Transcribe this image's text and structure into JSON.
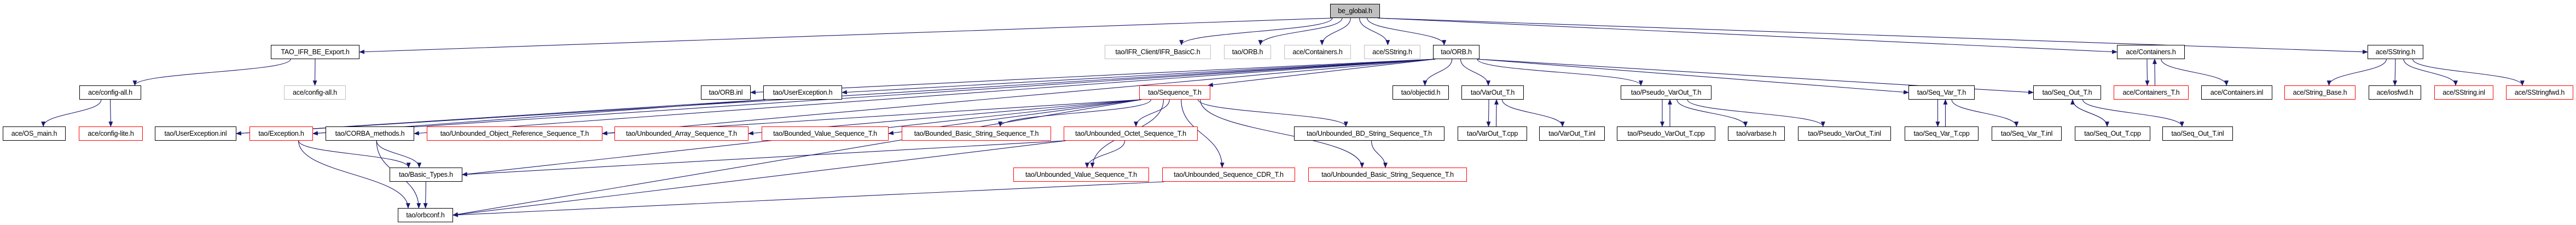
{
  "diagram": {
    "title": "be_global.h include dependency graph",
    "colors": {
      "edge": "#191970",
      "documented_border": "#000000",
      "incomplete_border": "#ff0000",
      "undocumented_border": "#bfbfbf",
      "root_fill": "#bfbfbf"
    },
    "nodes": [
      {
        "id": "be_global",
        "label": "be_global.h",
        "style": "root"
      },
      {
        "id": "tao_ifr_be_export",
        "label": "TAO_IFR_BE_Export.h",
        "style": "normal"
      },
      {
        "id": "ifr_basicc",
        "label": "tao/IFR_Client/IFR_BasicC.h",
        "style": "gray"
      },
      {
        "id": "orb_h_gray",
        "label": "tao/ORB.h",
        "style": "gray"
      },
      {
        "id": "containers_h_gray",
        "label": "ace/Containers.h",
        "style": "gray"
      },
      {
        "id": "sstring_h_gray",
        "label": "ace/SString.h",
        "style": "gray"
      },
      {
        "id": "orb_h",
        "label": "tao/ORB.h",
        "style": "normal"
      },
      {
        "id": "containers_h",
        "label": "ace/Containers.h",
        "style": "normal"
      },
      {
        "id": "sstring_h",
        "label": "ace/SString.h",
        "style": "normal"
      },
      {
        "id": "config_all",
        "label": "ace/config-all.h",
        "style": "normal"
      },
      {
        "id": "config_all_gray",
        "label": "ace/config-all.h",
        "style": "gray"
      },
      {
        "id": "orb_inl",
        "label": "tao/ORB.inl",
        "style": "normal"
      },
      {
        "id": "user_exception_h",
        "label": "tao/UserException.h",
        "style": "normal"
      },
      {
        "id": "sequence_t",
        "label": "tao/Sequence_T.h",
        "style": "red"
      },
      {
        "id": "objectid",
        "label": "tao/objectid.h",
        "style": "normal"
      },
      {
        "id": "varout_t_h",
        "label": "tao/VarOut_T.h",
        "style": "normal"
      },
      {
        "id": "pseudo_varout_t_h",
        "label": "tao/Pseudo_VarOut_T.h",
        "style": "normal"
      },
      {
        "id": "seq_var_t_h",
        "label": "tao/Seq_Var_T.h",
        "style": "normal"
      },
      {
        "id": "seq_out_t_h",
        "label": "tao/Seq_Out_T.h",
        "style": "normal"
      },
      {
        "id": "containers_t_h",
        "label": "ace/Containers_T.h",
        "style": "red"
      },
      {
        "id": "containers_inl",
        "label": "ace/Containers.inl",
        "style": "normal"
      },
      {
        "id": "string_base",
        "label": "ace/String_Base.h",
        "style": "red"
      },
      {
        "id": "iosfwd",
        "label": "ace/iosfwd.h",
        "style": "normal"
      },
      {
        "id": "sstring_inl",
        "label": "ace/SString.inl",
        "style": "red"
      },
      {
        "id": "sstringfwd",
        "label": "ace/SStringfwd.h",
        "style": "red"
      },
      {
        "id": "os_main",
        "label": "ace/OS_main.h",
        "style": "normal"
      },
      {
        "id": "config_lite",
        "label": "ace/config-lite.h",
        "style": "red"
      },
      {
        "id": "user_exception_inl",
        "label": "tao/UserException.inl",
        "style": "normal"
      },
      {
        "id": "exception_h",
        "label": "tao/Exception.h",
        "style": "red"
      },
      {
        "id": "corba_methods",
        "label": "tao/CORBA_methods.h",
        "style": "normal"
      },
      {
        "id": "ub_objref_seq",
        "label": "tao/Unbounded_Object_Reference_Sequence_T.h",
        "style": "red"
      },
      {
        "id": "ub_array_seq",
        "label": "tao/Unbounded_Array_Sequence_T.h",
        "style": "red"
      },
      {
        "id": "b_value_seq",
        "label": "tao/Bounded_Value_Sequence_T.h",
        "style": "red"
      },
      {
        "id": "b_basic_string_seq",
        "label": "tao/Bounded_Basic_String_Sequence_T.h",
        "style": "red"
      },
      {
        "id": "ub_octet_seq",
        "label": "tao/Unbounded_Octet_Sequence_T.h",
        "style": "red"
      },
      {
        "id": "ub_bd_string_seq",
        "label": "tao/Unbounded_BD_String_Sequence_T.h",
        "style": "normal"
      },
      {
        "id": "varout_t_cpp",
        "label": "tao/VarOut_T.cpp",
        "style": "normal"
      },
      {
        "id": "varout_t_inl",
        "label": "tao/VarOut_T.inl",
        "style": "normal"
      },
      {
        "id": "pseudo_varout_t_cpp",
        "label": "tao/Pseudo_VarOut_T.cpp",
        "style": "normal"
      },
      {
        "id": "varbase",
        "label": "tao/varbase.h",
        "style": "normal"
      },
      {
        "id": "pseudo_varout_t_inl",
        "label": "tao/Pseudo_VarOut_T.inl",
        "style": "normal"
      },
      {
        "id": "seq_var_t_cpp",
        "label": "tao/Seq_Var_T.cpp",
        "style": "normal"
      },
      {
        "id": "seq_var_t_inl",
        "label": "tao/Seq_Var_T.inl",
        "style": "normal"
      },
      {
        "id": "seq_out_t_cpp",
        "label": "tao/Seq_Out_T.cpp",
        "style": "normal"
      },
      {
        "id": "seq_out_t_inl",
        "label": "tao/Seq_Out_T.inl",
        "style": "normal"
      },
      {
        "id": "basic_types",
        "label": "tao/Basic_Types.h",
        "style": "normal"
      },
      {
        "id": "ub_value_seq",
        "label": "tao/Unbounded_Value_Sequence_T.h",
        "style": "red"
      },
      {
        "id": "ub_seq_cdr",
        "label": "tao/Unbounded_Sequence_CDR_T.h",
        "style": "red"
      },
      {
        "id": "ub_basic_string_seq",
        "label": "tao/Unbounded_Basic_String_Sequence_T.h",
        "style": "red"
      },
      {
        "id": "orbconf",
        "label": "tao/orbconf.h",
        "style": "normal"
      }
    ],
    "edges": [
      [
        "be_global",
        "tao_ifr_be_export"
      ],
      [
        "be_global",
        "ifr_basicc"
      ],
      [
        "be_global",
        "orb_h_gray"
      ],
      [
        "be_global",
        "containers_h_gray"
      ],
      [
        "be_global",
        "sstring_h_gray"
      ],
      [
        "be_global",
        "orb_h"
      ],
      [
        "be_global",
        "containers_h"
      ],
      [
        "be_global",
        "sstring_h"
      ],
      [
        "tao_ifr_be_export",
        "config_all"
      ],
      [
        "tao_ifr_be_export",
        "config_all_gray"
      ],
      [
        "config_all",
        "os_main"
      ],
      [
        "config_all",
        "config_lite"
      ],
      [
        "orb_h",
        "orb_inl"
      ],
      [
        "orb_h",
        "user_exception_h"
      ],
      [
        "orb_h",
        "sequence_t"
      ],
      [
        "orb_h",
        "objectid"
      ],
      [
        "orb_h",
        "varout_t_h"
      ],
      [
        "orb_h",
        "pseudo_varout_t_h"
      ],
      [
        "orb_h",
        "seq_var_t_h"
      ],
      [
        "orb_h",
        "seq_out_t_h"
      ],
      [
        "orb_h",
        "user_exception_inl"
      ],
      [
        "orb_h",
        "exception_h"
      ],
      [
        "orb_h",
        "corba_methods"
      ],
      [
        "orb_h",
        "ub_objref_seq"
      ],
      [
        "user_exception_h",
        "user_exception_inl"
      ],
      [
        "user_exception_h",
        "exception_h"
      ],
      [
        "sequence_t",
        "ub_objref_seq"
      ],
      [
        "sequence_t",
        "ub_array_seq"
      ],
      [
        "sequence_t",
        "b_value_seq"
      ],
      [
        "sequence_t",
        "b_basic_string_seq"
      ],
      [
        "sequence_t",
        "ub_octet_seq"
      ],
      [
        "sequence_t",
        "ub_value_seq"
      ],
      [
        "sequence_t",
        "ub_seq_cdr"
      ],
      [
        "sequence_t",
        "ub_bd_string_seq"
      ],
      [
        "sequence_t",
        "ub_basic_string_seq"
      ],
      [
        "sequence_t",
        "basic_types"
      ],
      [
        "sequence_t",
        "orbconf"
      ],
      [
        "exception_h",
        "basic_types"
      ],
      [
        "exception_h",
        "orbconf"
      ],
      [
        "corba_methods",
        "basic_types"
      ],
      [
        "corba_methods",
        "orbconf"
      ],
      [
        "basic_types",
        "orbconf"
      ],
      [
        "ub_octet_seq",
        "ub_value_seq"
      ],
      [
        "ub_octet_seq",
        "basic_types"
      ],
      [
        "ub_octet_seq",
        "orbconf"
      ],
      [
        "ub_seq_cdr",
        "orbconf"
      ],
      [
        "ub_bd_string_seq",
        "ub_basic_string_seq"
      ],
      [
        "varout_t_h",
        "varout_t_cpp"
      ],
      [
        "varout_t_cpp",
        "varout_t_h"
      ],
      [
        "varout_t_h",
        "varout_t_inl"
      ],
      [
        "pseudo_varout_t_h",
        "pseudo_varout_t_cpp"
      ],
      [
        "pseudo_varout_t_cpp",
        "pseudo_varout_t_h"
      ],
      [
        "pseudo_varout_t_h",
        "varbase"
      ],
      [
        "pseudo_varout_t_h",
        "pseudo_varout_t_inl"
      ],
      [
        "seq_var_t_h",
        "seq_var_t_cpp"
      ],
      [
        "seq_var_t_cpp",
        "seq_var_t_h"
      ],
      [
        "seq_var_t_h",
        "seq_var_t_inl"
      ],
      [
        "seq_out_t_h",
        "seq_out_t_cpp"
      ],
      [
        "seq_out_t_cpp",
        "seq_out_t_h"
      ],
      [
        "seq_out_t_h",
        "seq_out_t_inl"
      ],
      [
        "containers_h",
        "containers_t_h"
      ],
      [
        "containers_t_h",
        "containers_h"
      ],
      [
        "containers_h",
        "containers_inl"
      ],
      [
        "sstring_h",
        "string_base"
      ],
      [
        "sstring_h",
        "iosfwd"
      ],
      [
        "sstring_h",
        "sstring_inl"
      ],
      [
        "sstring_h",
        "sstringfwd"
      ]
    ]
  }
}
